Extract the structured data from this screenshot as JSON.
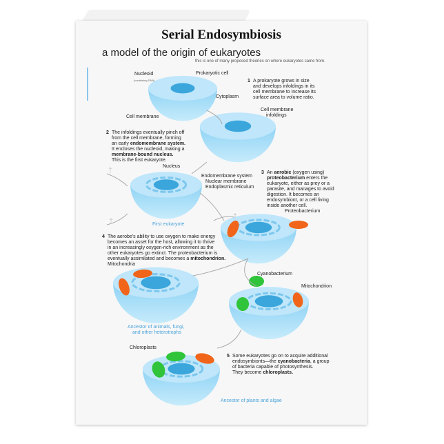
{
  "title": "Serial Endosymbiosis",
  "subtitle": "a model of the origin of eukaryotes",
  "note": "this is one of many proposed theories on where eukaryotes came from.",
  "colors": {
    "cell": "#8fd3f5",
    "cell_top": "#bfe6fa",
    "nucleus": "#3aa6dc",
    "mitochondrion": "#f0651a",
    "chloroplast": "#2fc43a",
    "accent_text": "#4aa3d8"
  },
  "labels": {
    "nucleoid": "Nucleoid",
    "nucleoid_sub": "(containing DNA)",
    "prokaryotic_cell": "Prokaryotic cell",
    "cytoplasm": "Cytoplasm",
    "cell_membrane": "Cell membrane",
    "infoldings_1": "Cell membrane",
    "infoldings_2": "infoldings",
    "nucleus": "Nucleus",
    "endomembrane": "Endomembrane system",
    "nuclear_membrane": "Nuclear membrane",
    "er": "Endoplasmic reticulum",
    "first_eukaryote": "First eukaryote",
    "proteobacterium": "Proteobacterium",
    "mitochondria": "Mitochondria",
    "animals_1": "Ancestor of animals, fungi,",
    "animals_2": "and other heterotrophs",
    "cyanobacterium": "Cyanobacterium",
    "mitochondrion": "Mitochondrion",
    "chloroplasts": "Chloroplasts",
    "plants": "Ancestor of plants and algae"
  },
  "steps": [
    {
      "num": "1",
      "lines": [
        [
          {
            "t": "A prokaryote grows in size"
          }
        ],
        [
          {
            "t": "and develops infoldings in its"
          }
        ],
        [
          {
            "t": "cell membrane to increase its"
          }
        ],
        [
          {
            "t": "surface area to volume ratio."
          }
        ]
      ]
    },
    {
      "num": "2",
      "lines": [
        [
          {
            "t": "The infoldings eventually pinch off"
          }
        ],
        [
          {
            "t": "from the cell membrane, forming"
          }
        ],
        [
          {
            "t": "an early "
          },
          {
            "t": "endomembrane system.",
            "b": true
          }
        ],
        [
          {
            "t": "It encloses the nucleoid, making a"
          }
        ],
        [
          {
            "t": "membrane-bound nucleus.",
            "b": true
          }
        ],
        [
          {
            "t": "This is the first eukaryote."
          }
        ]
      ]
    },
    {
      "num": "3",
      "lines": [
        [
          {
            "t": "An "
          },
          {
            "t": "aerobic",
            "b": true
          },
          {
            "t": " (oxygen using)"
          }
        ],
        [
          {
            "t": "proteobacterium",
            "b": true
          },
          {
            "t": " enters the"
          }
        ],
        [
          {
            "t": "eukaryote, either as prey or a"
          }
        ],
        [
          {
            "t": "parasite, and manages to avoid"
          }
        ],
        [
          {
            "t": "digestion. It becomes an"
          }
        ],
        [
          {
            "t": "endosymbiont, or a cell living"
          }
        ],
        [
          {
            "t": "inside another cell."
          }
        ]
      ]
    },
    {
      "num": "4",
      "lines": [
        [
          {
            "t": "The aerobe's ability to use oxygen to make energy"
          }
        ],
        [
          {
            "t": "becomes an asset for the host, allowing it to thrive"
          }
        ],
        [
          {
            "t": "in an increasingly oxygen-rich environment as the"
          }
        ],
        [
          {
            "t": "other eukaryotes go extinct. The proteobacterium is"
          }
        ],
        [
          {
            "t": "eventually assimilated and becomes a "
          },
          {
            "t": "mitochondrion.",
            "b": true
          }
        ]
      ]
    },
    {
      "num": "5",
      "lines": [
        [
          {
            "t": "Some eukaryotes go on to acquire additional"
          }
        ],
        [
          {
            "t": "endosymbionts—the "
          },
          {
            "t": "cyanobacteria",
            "b": true
          },
          {
            "t": ", a group"
          }
        ],
        [
          {
            "t": "of bacteria capable of photosynthesis."
          }
        ],
        [
          {
            "t": "They become "
          },
          {
            "t": "chloroplasts.",
            "b": true
          }
        ]
      ]
    }
  ]
}
